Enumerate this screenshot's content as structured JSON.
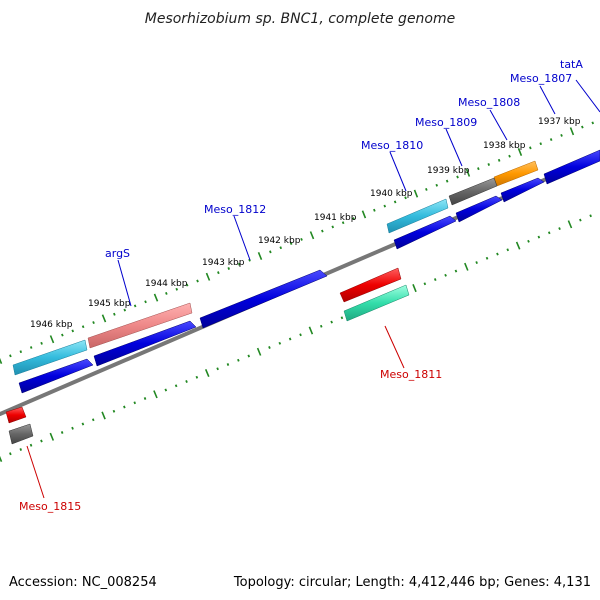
{
  "title": "Mesorhizobium sp. BNC1, complete genome",
  "footer": {
    "accession": "Accession: NC_008254",
    "summary": "Topology: circular; Length: 4,412,446 bp; Genes: 4,131"
  },
  "tick_labels": [
    "1937 kbp",
    "1938 kbp",
    "1939 kbp",
    "1940 kbp",
    "1941 kbp",
    "1942 kbp",
    "1943 kbp",
    "1944 kbp",
    "1945 kbp",
    "1946 kbp"
  ],
  "gene_labels": {
    "tatA": "tatA",
    "meso_1807": "Meso_1807",
    "meso_1808": "Meso_1808",
    "meso_1809": "Meso_1809",
    "meso_1810": "Meso_1810",
    "meso_1812": "Meso_1812",
    "argS": "argS",
    "meso_1811": "Meso_1811",
    "meso_1815": "Meso_1815"
  },
  "colors": {
    "cds_blue": "#0000dd",
    "cyan": "#33bbdd",
    "pink": "#ee8888",
    "grey": "#666666",
    "orange": "#ff9900",
    "red": "#ee0000",
    "seafoam": "#33ddaa",
    "tick_green": "#228822",
    "backbone": "#777777",
    "label_blue": "#0000cc",
    "label_red": "#cc0000"
  }
}
